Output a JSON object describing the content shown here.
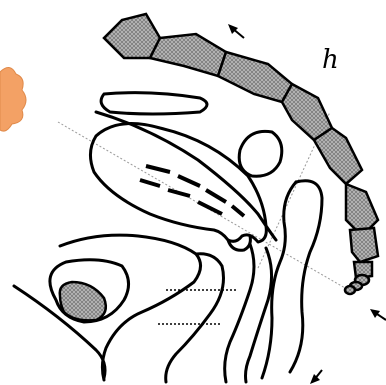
{
  "label": "h",
  "colors": {
    "outline": "#000000",
    "hatch_fill": "#bdbdbd",
    "hatch_line": "#7a7a7a",
    "blob": "#f3a165",
    "guide": "#9a9a9a",
    "background": "#ffffff"
  },
  "icons": [
    "arrow-top",
    "arrow-right-edge",
    "arrow-bottom"
  ]
}
